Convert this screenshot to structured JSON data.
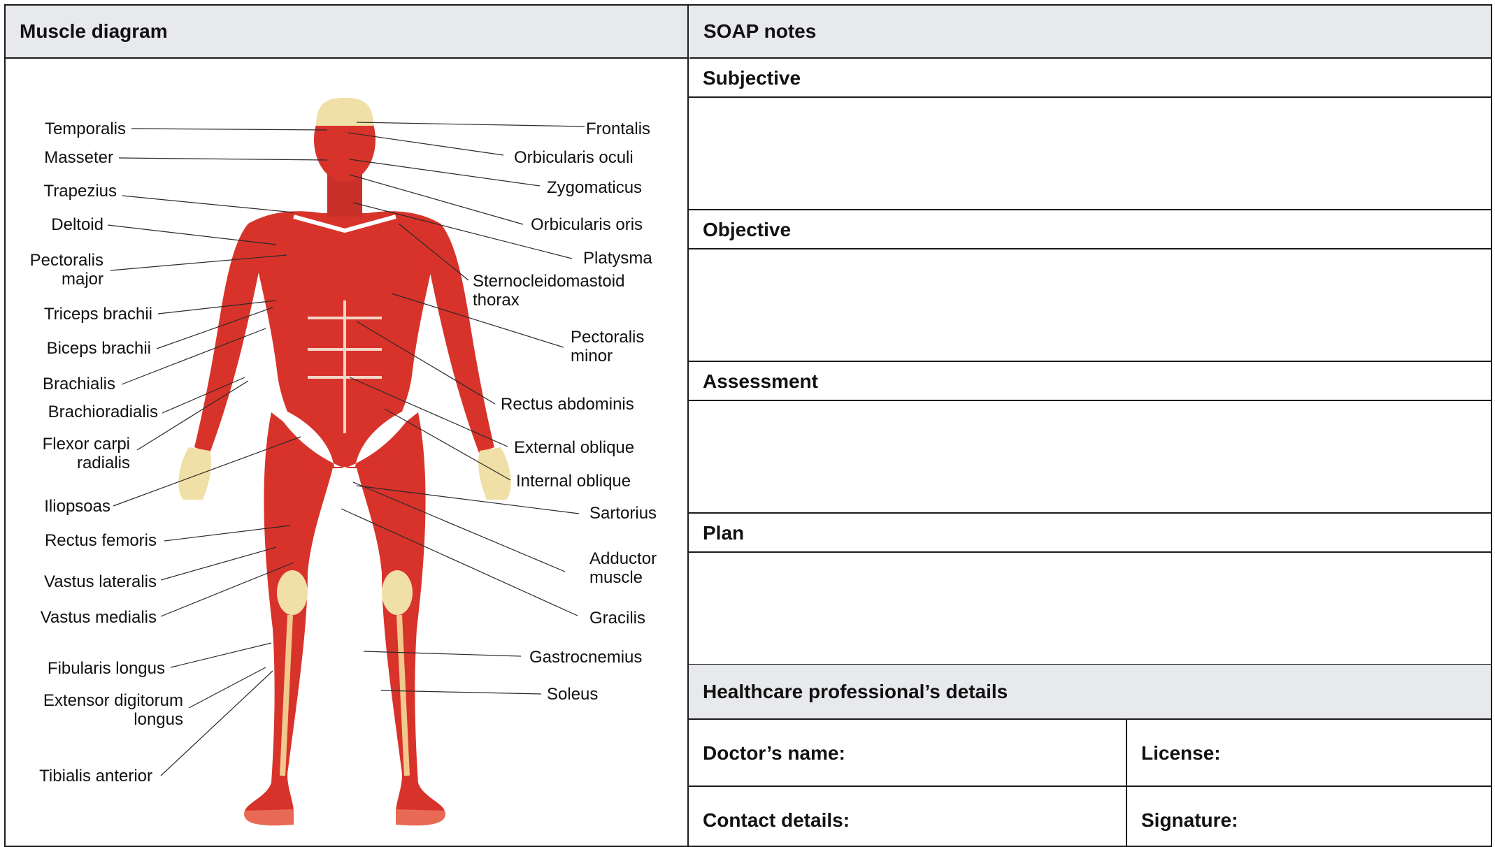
{
  "left_panel": {
    "title": "Muscle diagram"
  },
  "right_panel": {
    "title": "SOAP notes",
    "sections": {
      "subjective": "Subjective",
      "objective": "Objective",
      "assessment": "Assessment",
      "plan": "Plan"
    }
  },
  "professional": {
    "title": "Healthcare professional’s details",
    "doctor_name": "Doctor’s name:",
    "license": "License:",
    "contact": "Contact details:",
    "signature": "Signature:"
  },
  "muscles_left": {
    "temporalis": "Temporalis",
    "masseter": "Masseter",
    "trapezius": "Trapezius",
    "deltoid": "Deltoid",
    "pectoralis_major_1": "Pectoralis",
    "pectoralis_major_2": "major",
    "triceps_brachii": "Triceps brachii",
    "biceps_brachii": "Biceps brachii",
    "brachialis": "Brachialis",
    "brachioradialis": "Brachioradialis",
    "flexor_carpi_1": "Flexor carpi",
    "flexor_carpi_2": "radialis",
    "iliopsoas": "Iliopsoas",
    "rectus_femoris": "Rectus femoris",
    "vastus_lateralis": "Vastus lateralis",
    "vastus_medialis": "Vastus medialis",
    "fibularis_longus": "Fibularis longus",
    "extensor_digitorum_1": "Extensor digitorum",
    "extensor_digitorum_2": "longus",
    "tibialis_anterior": "Tibialis anterior"
  },
  "muscles_right": {
    "frontalis": "Frontalis",
    "orbicularis_oculi": "Orbicularis oculi",
    "zygomaticus": "Zygomaticus",
    "orbicularis_oris": "Orbicularis oris",
    "platysma": "Platysma",
    "sternocleidomastoid_1": "Sternocleidomastoid",
    "sternocleidomastoid_2": "thorax",
    "pectoralis_minor_1": "Pectoralis",
    "pectoralis_minor_2": "minor",
    "rectus_abdominis": "Rectus abdominis",
    "external_oblique": "External oblique",
    "internal_oblique": "Internal oblique",
    "sartorius": "Sartorius",
    "adductor_1": "Adductor",
    "adductor_2": "muscle",
    "gracilis": "Gracilis",
    "gastrocnemius": "Gastrocnemius",
    "soleus": "Soleus"
  },
  "colors": {
    "header_bg": "#e8e9ec",
    "muscle": "#d8332a",
    "tendon": "#f2c98c",
    "border": "#1b1b1b"
  }
}
